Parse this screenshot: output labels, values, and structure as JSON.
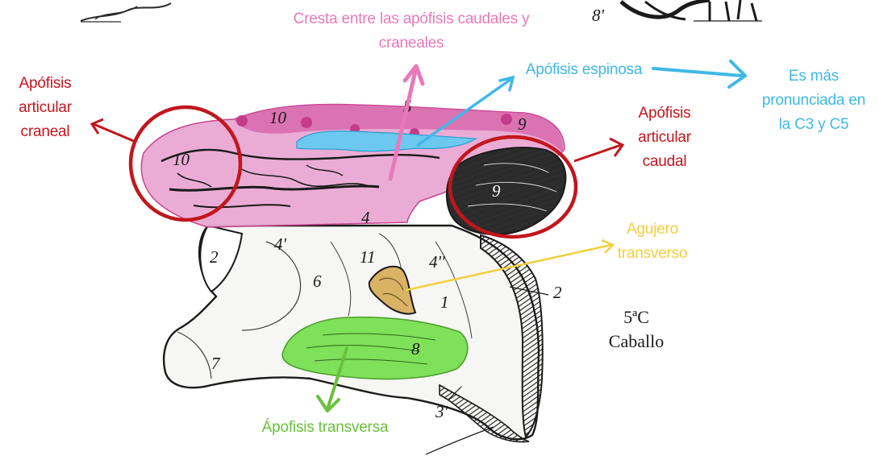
{
  "labels": {
    "cresta": [
      "Cresta entre las apófisis caudales y",
      "craneales"
    ],
    "espinosa": "Apófisis espinosa",
    "pronunciada": [
      "Es más",
      "pronunciada en",
      "la C3 y C5"
    ],
    "articular_craneal": [
      "Apófisis",
      "articular",
      "craneal"
    ],
    "articular_caudal": [
      "Apófisis",
      "articular",
      "caudal"
    ],
    "agujero": [
      "Agujero",
      "transverso"
    ],
    "transversa": "Ápofisis transversa"
  },
  "caption": {
    "vertebra": "5ªC",
    "animal": "Caballo"
  },
  "numbers": {
    "n10a": "10",
    "n10b": "10",
    "n9a": "9",
    "n9b": "9",
    "n4": "4",
    "n4p": "4'",
    "n4pp": "4''",
    "n2": "2",
    "n2b": "2",
    "n11": "11",
    "n6": "6",
    "n1": "1",
    "n7": "7",
    "n8": "8",
    "n3": "3'",
    "n5": "5",
    "n8top": "8'"
  },
  "colors": {
    "pink": "#e879b9",
    "blue": "#3fb8e6",
    "red": "#c2161d",
    "yellow": "#f2cf3c",
    "green": "#6ac13c"
  }
}
